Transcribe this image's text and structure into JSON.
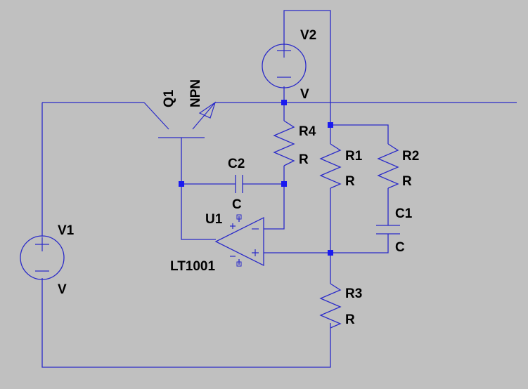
{
  "components": {
    "q1": {
      "ref": "Q1",
      "value": "NPN"
    },
    "v1": {
      "ref": "V1",
      "value": "V"
    },
    "v2": {
      "ref": "V2",
      "value": "V"
    },
    "u1": {
      "ref": "U1",
      "value": "LT1001"
    },
    "c1": {
      "ref": "C1",
      "value": "C"
    },
    "c2": {
      "ref": "C2",
      "value": "C"
    },
    "r1": {
      "ref": "R1",
      "value": "R"
    },
    "r2": {
      "ref": "R2",
      "value": "R"
    },
    "r3": {
      "ref": "R3",
      "value": "R"
    },
    "r4": {
      "ref": "R4",
      "value": "R"
    }
  },
  "colors": {
    "background": "#c0c0c0",
    "wire": "#2a2ac8",
    "junction": "#1a1af0",
    "text": "#000000"
  }
}
